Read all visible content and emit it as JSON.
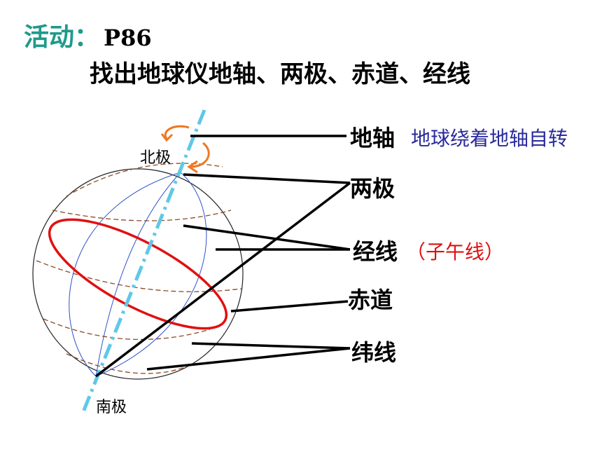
{
  "title": {
    "activity": "活动：",
    "page": "P86"
  },
  "subtitle": "找出地球仪地轴、两极、赤道、经线",
  "labels": {
    "axis": "地轴",
    "axis_note": "地球绕着地轴自转",
    "poles": "两极",
    "meridian": "经线",
    "meridian_note": "（子午线）",
    "equator": "赤道",
    "parallel": "纬线",
    "north_pole": "北极",
    "south_pole": "南极"
  },
  "colors": {
    "title_accent": "#1f9a8a",
    "axis": "#5fc8e8",
    "equator": "#e01010",
    "meridians": "#3050c8",
    "parallels": "#8b4a26",
    "rotation_arrow": "#f07820",
    "note_blue": "#2a2a9c",
    "note_red": "#e01010"
  }
}
